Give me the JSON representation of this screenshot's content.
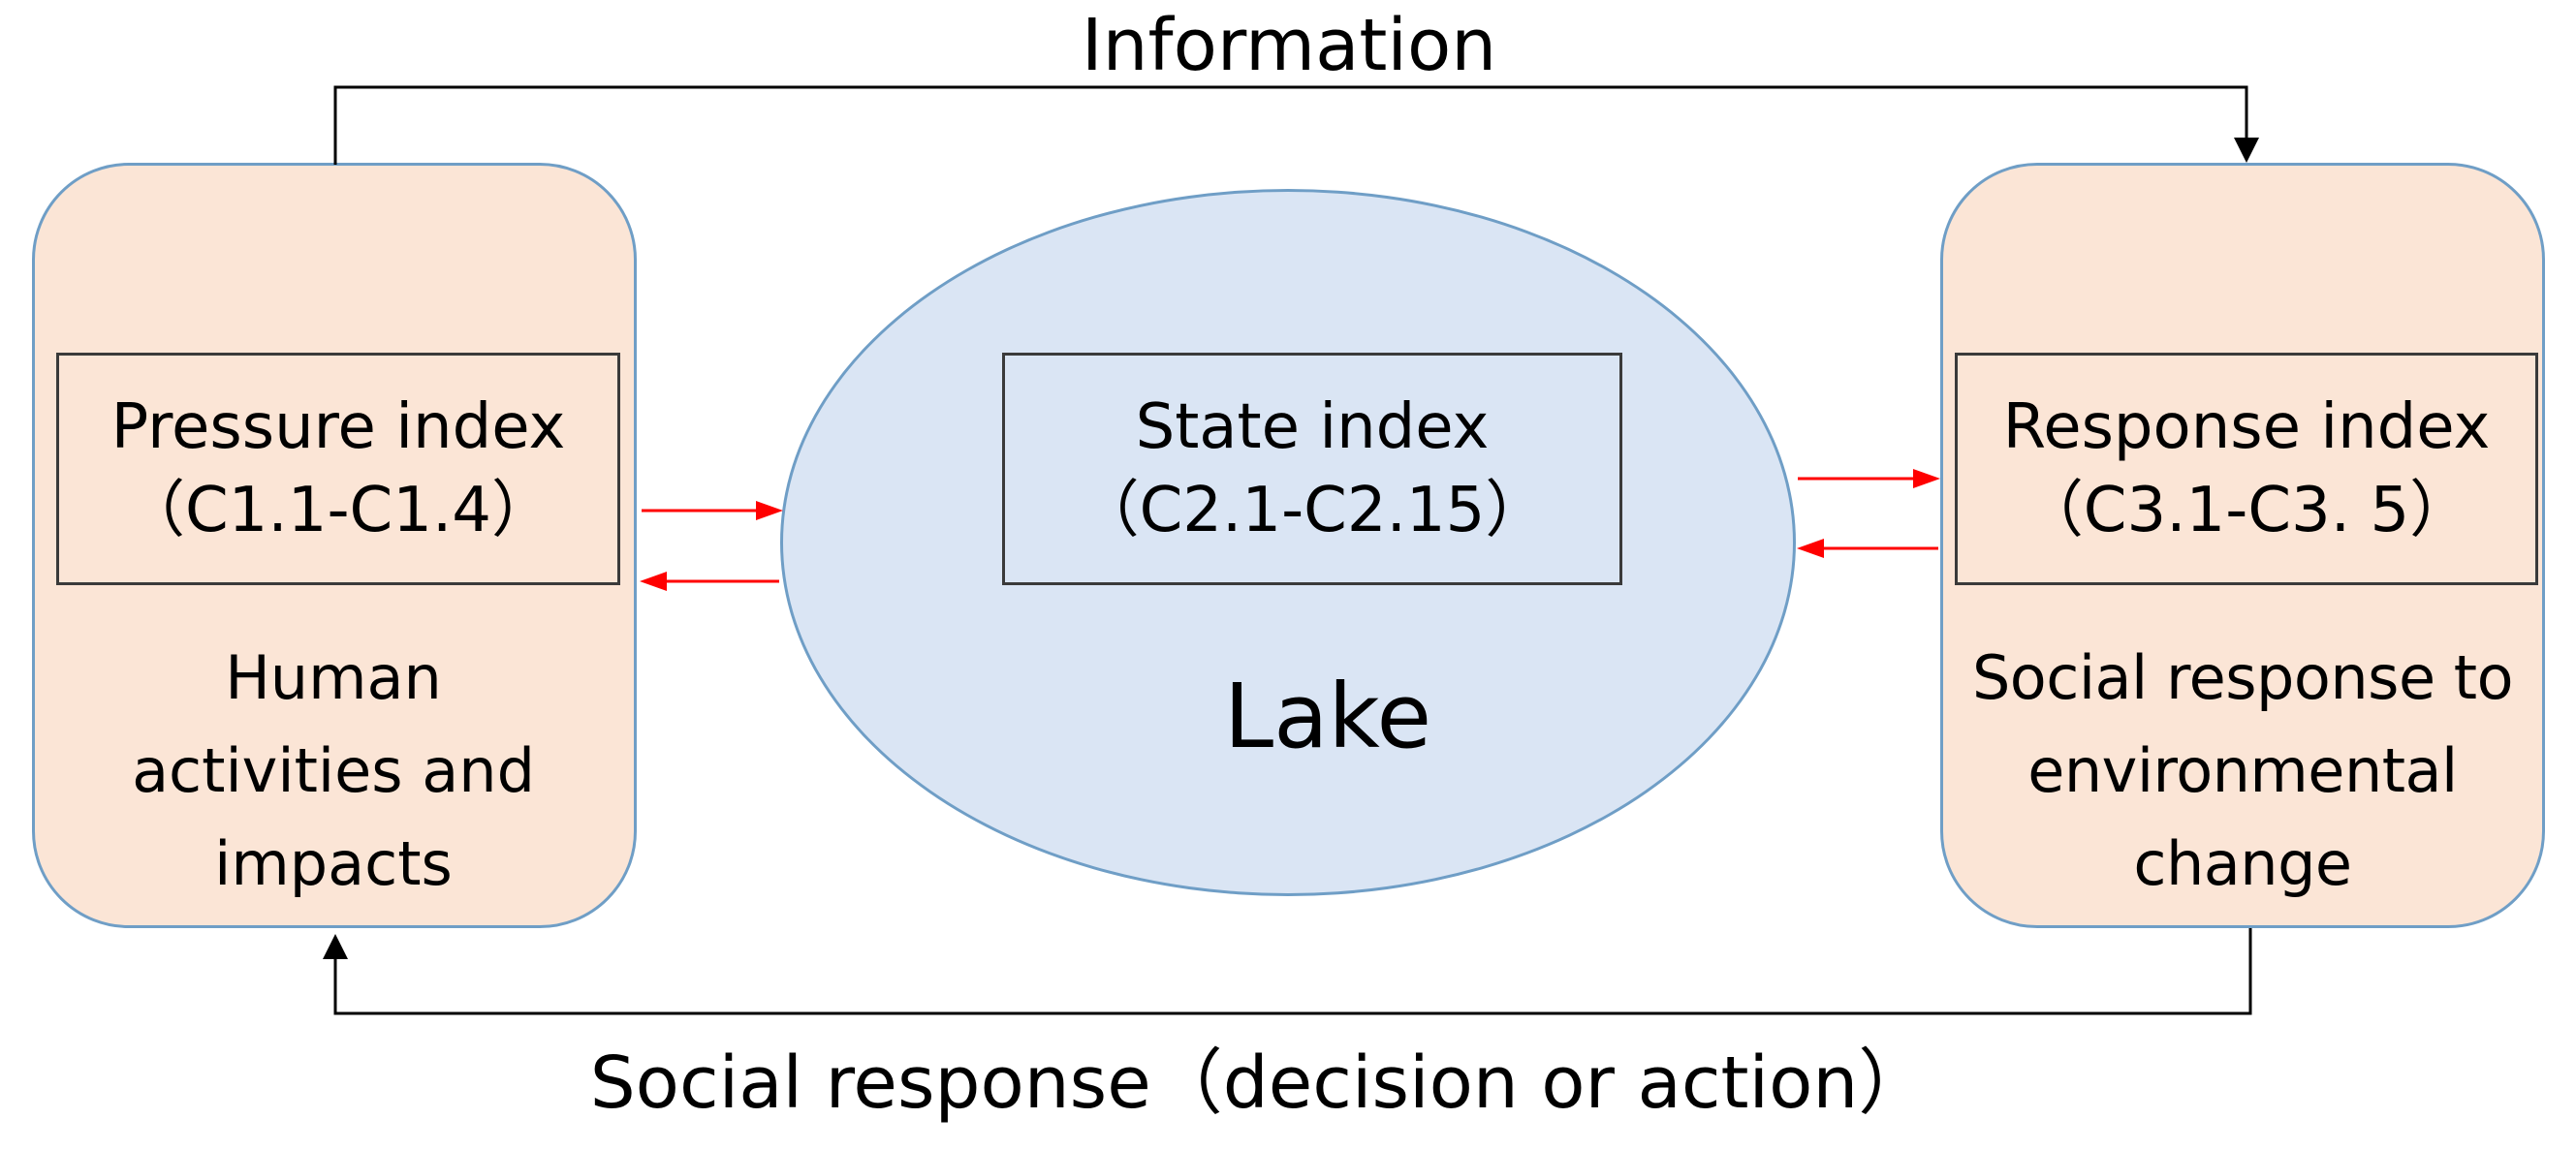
{
  "colors": {
    "panel_fill": "#fbe5d6",
    "lake_fill": "#dae5f4",
    "outline": "#6f9ec6",
    "box_border": "#3a3a3a",
    "red_arrow": "#ff0000",
    "black_arrow": "#000000"
  },
  "top_flow": {
    "label": "Information"
  },
  "bottom_flow": {
    "label": "Social response（decision or action）"
  },
  "pressure": {
    "title": "Pressure index",
    "code": "（C1.1-C1.4）",
    "description": "Human\nactivities and\nimpacts"
  },
  "state": {
    "title": "State index",
    "code": "（C2.1-C2.15）",
    "label": "Lake"
  },
  "response": {
    "title": "Response index",
    "code": "（C3.1-C3. 5）",
    "description": "Social response to\nenvironmental\nchange"
  }
}
